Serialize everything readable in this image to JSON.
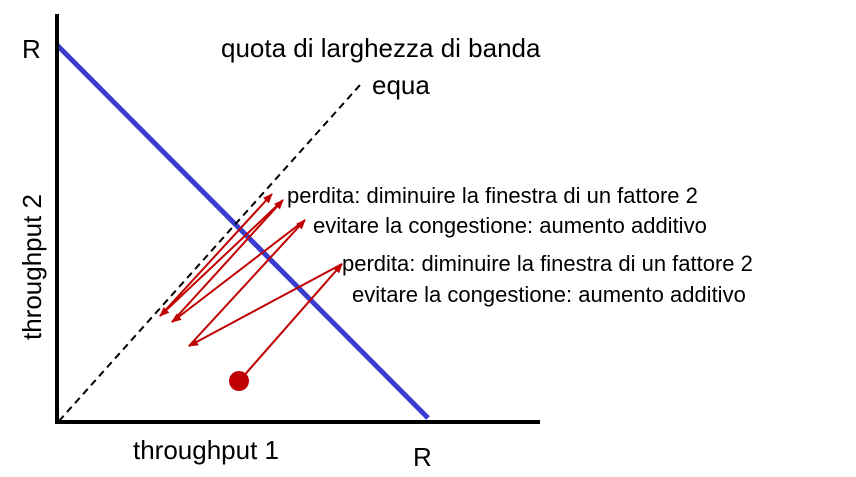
{
  "axes": {
    "x_title": "throughput 1",
    "y_title": "throughput 2",
    "x_max_label": "R",
    "y_max_label": "R"
  },
  "fair_share": {
    "label_line1": "quota di larghezza di banda",
    "label_line2": "equa"
  },
  "annotations": [
    "perdita: diminuire la finestra di un fattore 2",
    "evitare la congestione: aumento additivo",
    "perdita: diminuire la finestra di un fattore 2",
    "evitare la congestione: aumento additivo"
  ],
  "colors": {
    "axes": "#000000",
    "capacity_line": "#3a3ccf",
    "arrows": "#c00000",
    "start_point": "#c00000",
    "fair_line": "#000000"
  }
}
